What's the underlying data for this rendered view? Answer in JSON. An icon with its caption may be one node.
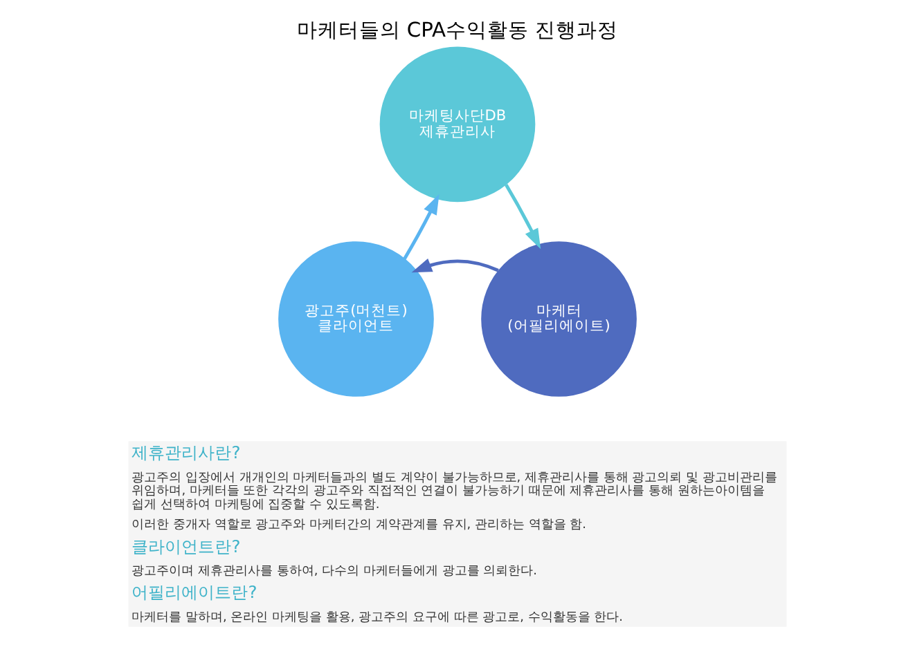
{
  "diagram": {
    "title": "마케터들의 CPA수익활동 진행과정",
    "nodes": [
      {
        "text": [
          "마케팅사단DB 제휴관리사"
        ]
      },
      {
        "text": [
          "광고주(머천트) 클라이언트"
        ]
      },
      {
        "text": [
          "마케터 (어필리에이트)"
        ]
      }
    ],
    "edges": [
      {
        "from": 1,
        "to": 0,
        "arrow": "to",
        "color": "#5ab4f0"
      },
      {
        "from": 0,
        "to": 2,
        "arrow": "to",
        "color": "#5bc8d8"
      },
      {
        "from": 2,
        "to": 1,
        "arrow": "to",
        "color": "#4f6bbf"
      }
    ],
    "labels": [
      "제휴관리사란?",
      "광고주의 입장에서 개개인의 마케터들과의 별도 계약이 불가능하므로, 제휴관리사를 통해 광고의뢰 및 광고비관리를 위임하며, 마케터들 또한 각각의 광고주와 직접적인 연결이 불가능하기 때문에 제휴관리사를 통해 원하는아이템을 쉽게 선택하여 마케팅에 집중할 수 있도록함.",
      "이러한 중개자 역할로 광고주와 마케터간의 계약관계를 유지, 관리하는 역할을 함.",
      "클라이언트란?",
      "광고주이며 제휴관리사를 통하여, 다수의 마케터들에게 광고를 의뢰한다.",
      "어필리에이트란?",
      "마케터를 말하며, 온라인 마케팅을 활용, 광고주의 요구에 따른 광고로, 수익활동을 한다."
    ]
  }
}
